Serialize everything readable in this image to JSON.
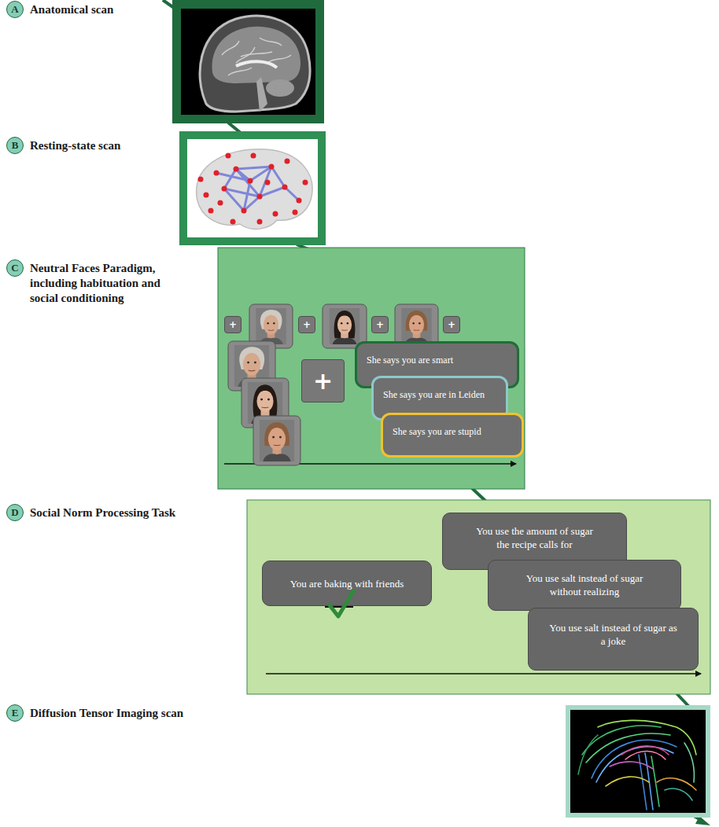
{
  "diagram": {
    "nodes": [
      {
        "text": [
          "A",
          "Anatomical scan"
        ]
      },
      {
        "text": [
          "B",
          "Resting-state scan"
        ]
      },
      {
        "text": [
          "C",
          "Neutral Faces Paradigm, including habituation and social conditioning"
        ]
      },
      {
        "text": [
          "+"
        ]
      },
      {
        "text": [
          "+"
        ]
      },
      {
        "text": [
          "+"
        ]
      },
      {
        "text": [
          "+"
        ]
      },
      {
        "text": [
          "+"
        ]
      },
      {
        "text": [
          "She says you are smart"
        ]
      },
      {
        "text": [
          "She says you are in Leiden"
        ]
      },
      {
        "text": [
          "She says you are stupid"
        ]
      },
      {
        "text": [
          "D",
          "Social Norm Processing Task"
        ]
      },
      {
        "text": [
          "You are baking with friends"
        ]
      },
      {
        "text": [
          "You use the amount of sugar the recipe calls for"
        ]
      },
      {
        "text": [
          "You use salt instead of sugar without realizing"
        ]
      },
      {
        "text": [
          "You use salt instead of sugar as a joke"
        ]
      },
      {
        "text": [
          "E",
          "Diffusion Tensor Imaging scan"
        ]
      }
    ]
  }
}
